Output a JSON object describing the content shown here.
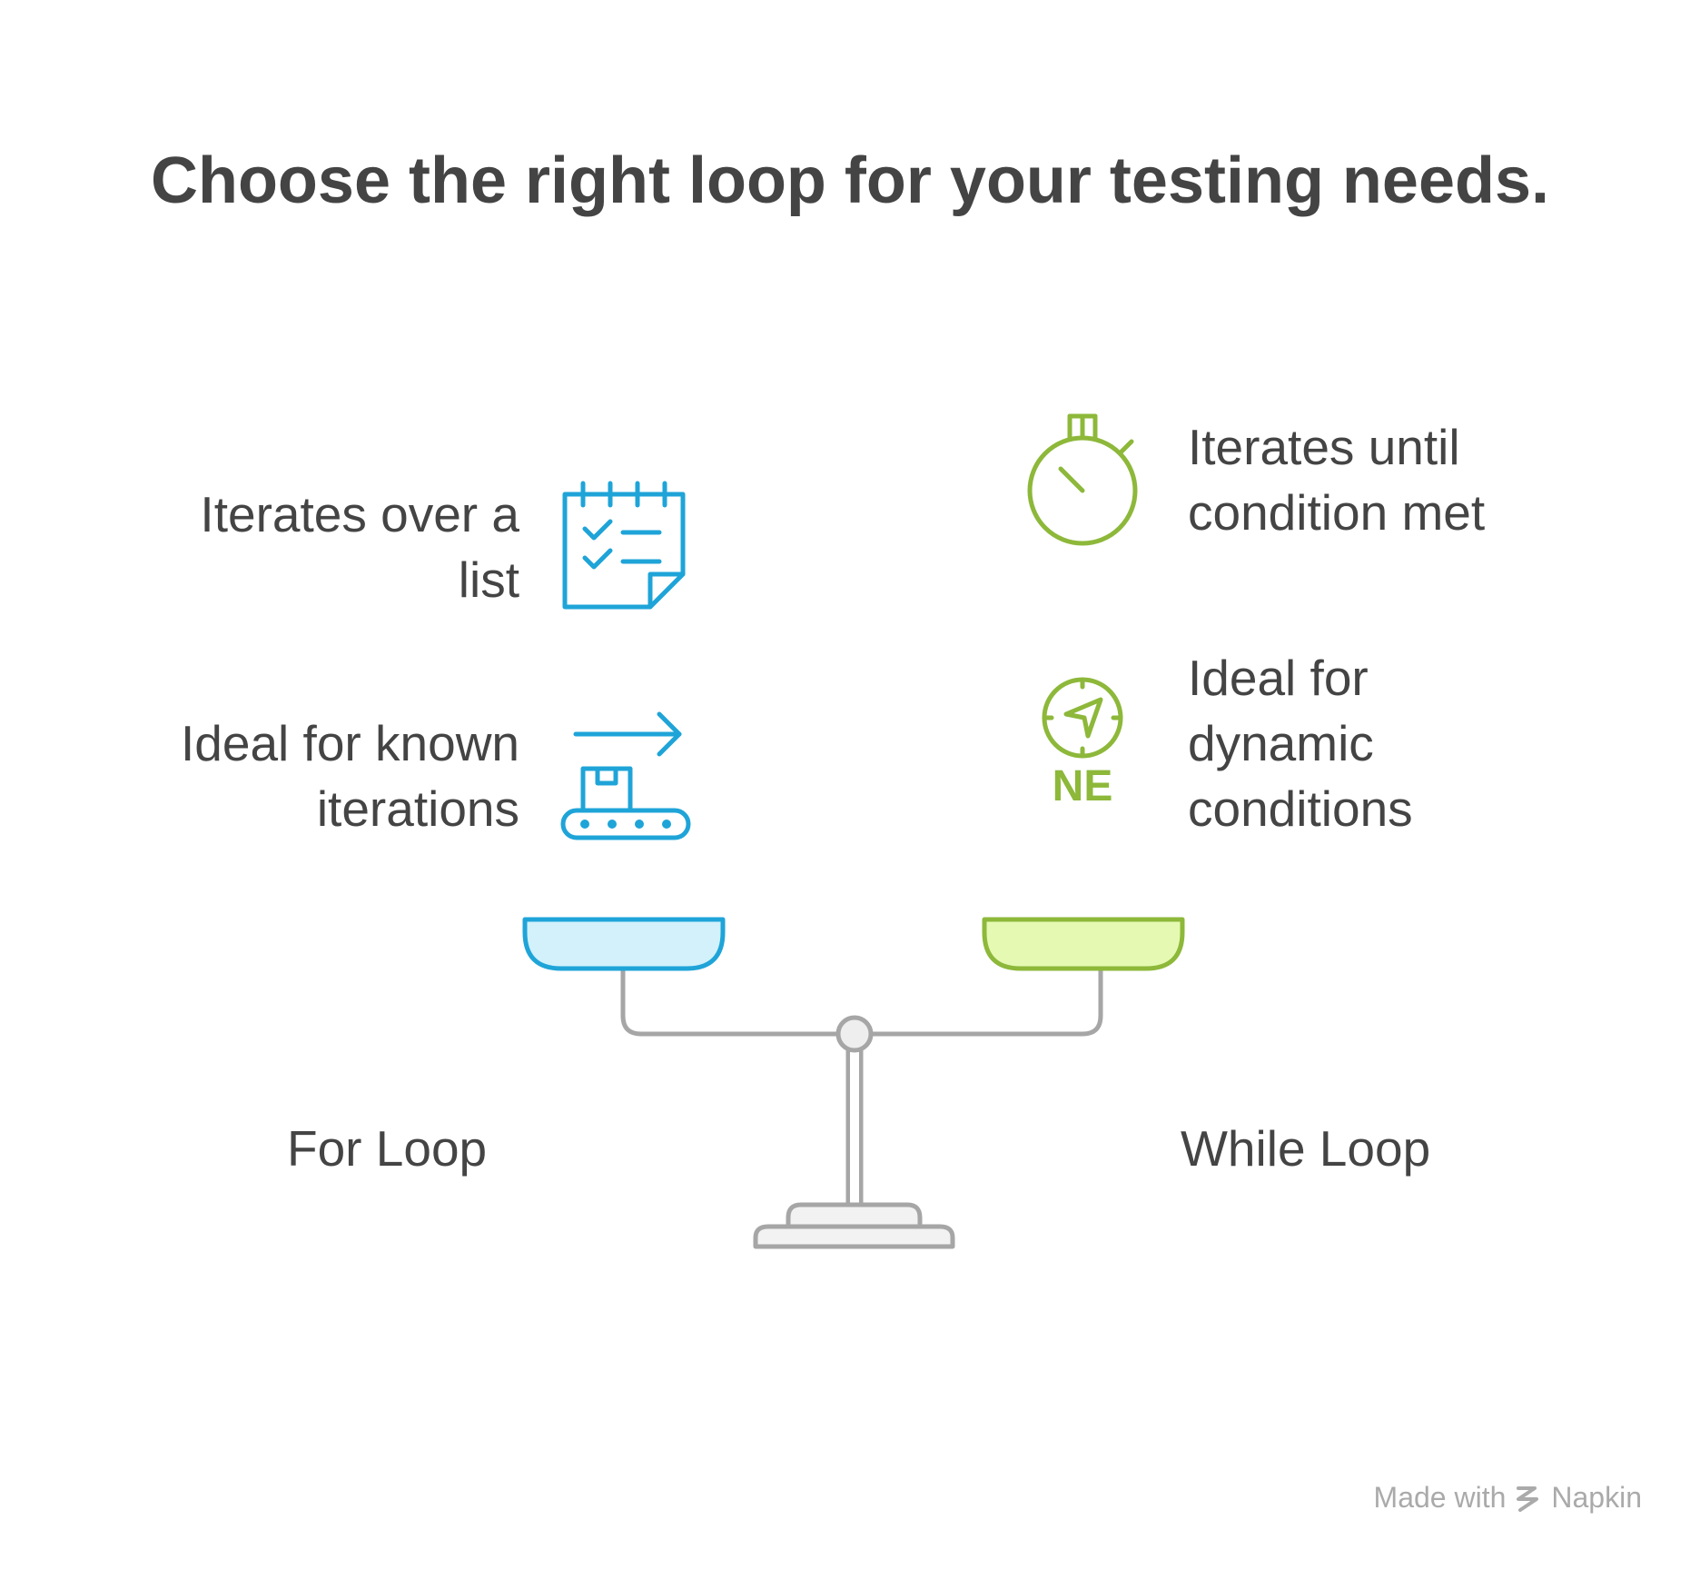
{
  "title": "Choose the right loop for your testing needs.",
  "left": {
    "label": "For Loop",
    "color": "#1fa4d8",
    "pan_fill": "#d2f1fb",
    "features": [
      {
        "lines": [
          "Iterates over a",
          "list"
        ],
        "icon": "checklist-icon"
      },
      {
        "lines": [
          "Ideal for known",
          "iterations"
        ],
        "icon": "conveyor-icon"
      }
    ]
  },
  "right": {
    "label": "While Loop",
    "color": "#8db83a",
    "pan_fill": "#e5f9b3",
    "features": [
      {
        "lines": [
          "Iterates until",
          "condition met"
        ],
        "icon": "stopwatch-icon"
      },
      {
        "lines": [
          "Ideal for",
          "dynamic",
          "conditions"
        ],
        "icon": "compass-icon",
        "icon_text": "NE"
      }
    ]
  },
  "scale_color": "#a6a6a6",
  "footer": {
    "prefix": "Made with",
    "brand": "Napkin"
  }
}
